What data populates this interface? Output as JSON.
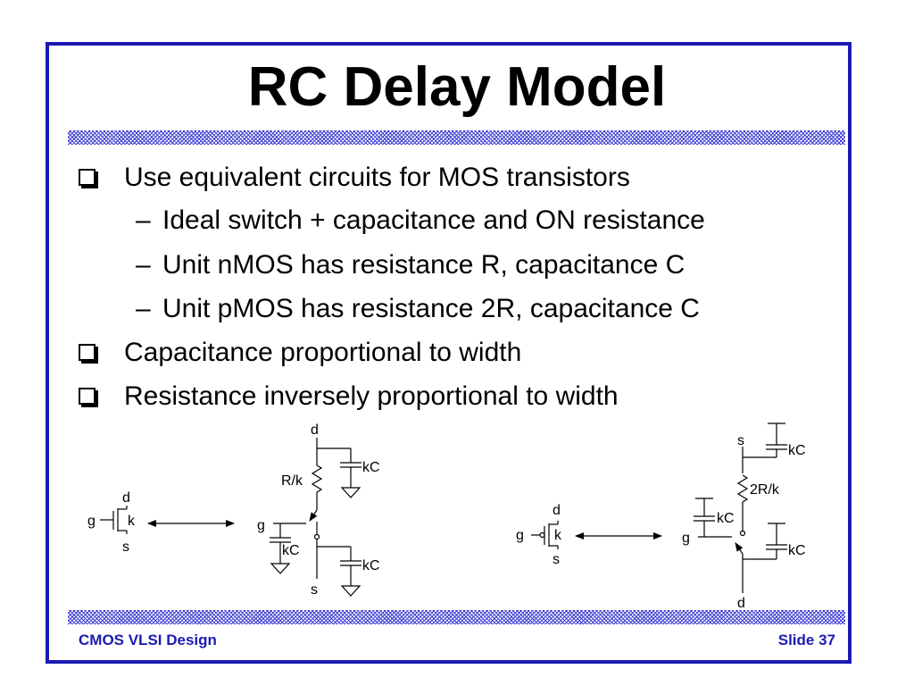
{
  "title": "RC Delay Model",
  "bullets": [
    {
      "text": "Use equivalent circuits for MOS transistors"
    },
    {
      "text": "Capacitance proportional to width"
    },
    {
      "text": "Resistance inversely proportional to width"
    }
  ],
  "sub_bullets": [
    "Ideal switch + capacitance and ON resistance",
    "Unit nMOS has resistance R, capacitance C",
    "Unit pMOS has resistance 2R, capacitance C"
  ],
  "nmos_symbol": {
    "drain": "d",
    "gate": "g",
    "source": "s",
    "width": "k"
  },
  "nmos_equivalent": {
    "drain": "d",
    "gate": "g",
    "source": "s",
    "resistor": "R/k",
    "cap_drain": "kC",
    "cap_gate": "kC",
    "cap_source": "kC"
  },
  "pmos_symbol": {
    "drain": "d",
    "gate": "g",
    "source": "s",
    "width": "k"
  },
  "pmos_equivalent": {
    "source": "s",
    "gate": "g",
    "drain": "d",
    "resistor": "2R/k",
    "cap_source": "kC",
    "cap_gate": "kC",
    "cap_drain": "kC"
  },
  "footer": {
    "left": "CMOS VLSI Design",
    "right": "Slide 37"
  },
  "colors": {
    "accent": "#1b1bb3",
    "text": "#000000"
  }
}
